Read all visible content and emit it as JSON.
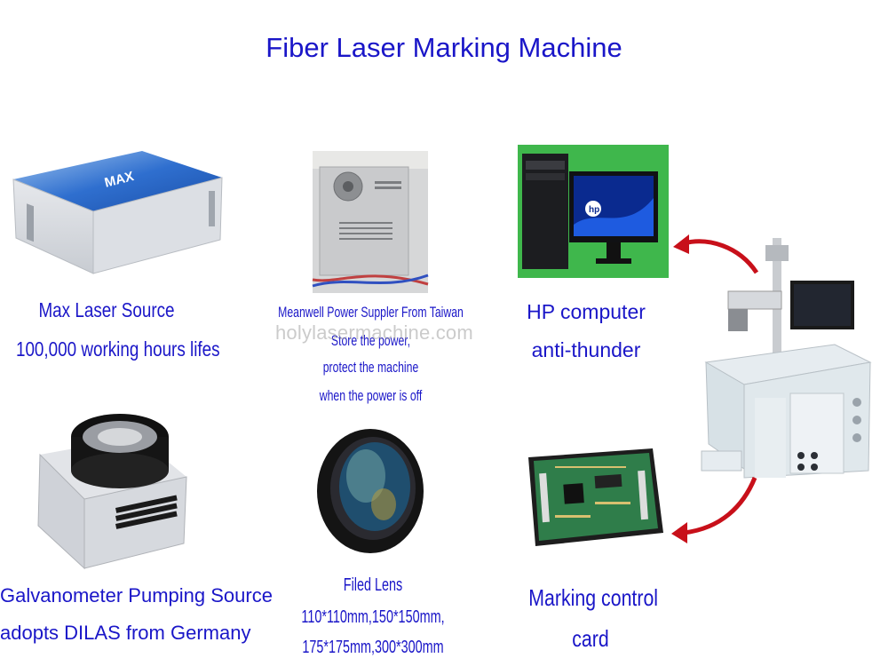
{
  "title": "Fiber Laser Marking Machine",
  "watermark": "holylasermachine.com",
  "items": {
    "laser_source": {
      "badge": "MAX",
      "line1": "Max Laser Source",
      "line2": "100,000 working hours lifes"
    },
    "power_supply": {
      "line1": "Meanwell Power Suppler From Taiwan",
      "line2": "Store the power,",
      "line3": "protect the machine",
      "line4": "when the power is off"
    },
    "computer": {
      "logo": "hp",
      "line1": "HP computer",
      "line2": "anti-thunder"
    },
    "galvanometer": {
      "line1": "Galvanometer Pumping Source",
      "line2": "adopts DILAS from Germany"
    },
    "lens": {
      "line1": "Filed Lens",
      "line2": "110*110mm,150*150mm,",
      "line3": "175*175mm,300*300mm"
    },
    "control_card": {
      "line1": "Marking control",
      "line2": "card"
    }
  },
  "colors": {
    "title": "#1a16c8",
    "arrow": "#c8101a",
    "laser_top": "#2f6fcf"
  }
}
